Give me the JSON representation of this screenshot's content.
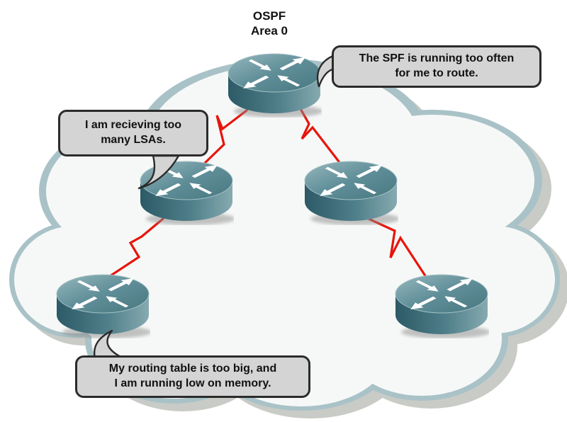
{
  "title": {
    "line1": "OSPF",
    "line2": "Area 0"
  },
  "bubbles": {
    "spf": {
      "line1": "The SPF is running too often",
      "line2": "for me to route.",
      "speaker": "top-router"
    },
    "lsa": {
      "line1": "I am recieving too",
      "line2": "many LSAs.",
      "speaker": "middle-left-router"
    },
    "memory": {
      "line1": "My routing table is too big, and",
      "line2": "I am running low on memory.",
      "speaker": "bottom-left-router"
    }
  },
  "diagram": {
    "type": "network-topology",
    "area_label": "OSPF Area 0",
    "routers": [
      "top-router",
      "middle-left-router",
      "middle-right-router",
      "bottom-left-router",
      "bottom-right-router"
    ],
    "links": [
      {
        "from": "top-router",
        "to": "middle-left-router",
        "style": "lightning"
      },
      {
        "from": "top-router",
        "to": "middle-right-router",
        "style": "lightning"
      },
      {
        "from": "middle-left-router",
        "to": "bottom-left-router",
        "style": "lightning"
      },
      {
        "from": "middle-right-router",
        "to": "bottom-right-router",
        "style": "lightning"
      }
    ]
  },
  "colors": {
    "link_red": "#e8150c",
    "router_top": "#5f8e98",
    "router_side_dark": "#2c5a66",
    "router_side_light": "#86aab0",
    "cloud_band": "#a9c2c7",
    "cloud_shadow": "#c8cbc6",
    "cloud_fill": "#f6f8f7",
    "bubble_fill": "#d4d4d4",
    "bubble_border": "#2b2b2b",
    "text": "#111111"
  }
}
